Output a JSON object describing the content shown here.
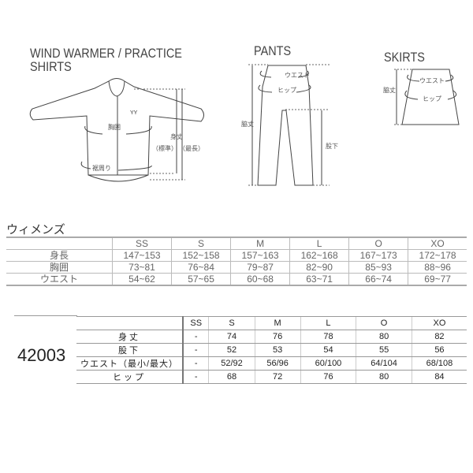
{
  "diagrams": {
    "shirts": {
      "title_line1": "WIND WARMER / PRACTICE",
      "title_line2": "SHIRTS",
      "labels": {
        "chest": "胸囲",
        "length": "身丈",
        "standard": "（標準）",
        "longest": "（最長）",
        "hem": "裾周り"
      }
    },
    "pants": {
      "title": "PANTS",
      "labels": {
        "waist": "ウエスト",
        "hip": "ヒップ",
        "side_length": "脇丈",
        "inseam": "股下"
      }
    },
    "skirts": {
      "title": "SKIRTS",
      "labels": {
        "waist": "ウエスト",
        "hip": "ヒップ",
        "side_length": "脇丈"
      }
    }
  },
  "womens_table": {
    "title": "ウィメンズ",
    "sizes": [
      "SS",
      "S",
      "M",
      "L",
      "O",
      "XO"
    ],
    "rows": [
      {
        "label": "身長",
        "values": [
          "147~153",
          "152~158",
          "157~163",
          "162~168",
          "167~173",
          "172~178"
        ]
      },
      {
        "label": "胸囲",
        "values": [
          "73~81",
          "76~84",
          "79~87",
          "82~90",
          "85~93",
          "88~96"
        ]
      },
      {
        "label": "ウエスト",
        "values": [
          "54~62",
          "57~65",
          "60~68",
          "63~71",
          "66~74",
          "69~77"
        ]
      }
    ]
  },
  "product_table": {
    "code": "42003",
    "sizes": [
      "SS",
      "S",
      "M",
      "L",
      "O",
      "XO"
    ],
    "rows": [
      {
        "label": "身丈",
        "values": [
          "-",
          "74",
          "76",
          "78",
          "80",
          "82"
        ]
      },
      {
        "label": "股下",
        "values": [
          "-",
          "52",
          "53",
          "54",
          "55",
          "56"
        ]
      },
      {
        "label": "ウエスト（最小/最大）",
        "values": [
          "-",
          "52/92",
          "56/96",
          "60/100",
          "64/104",
          "68/108"
        ]
      },
      {
        "label": "ヒップ",
        "values": [
          "-",
          "68",
          "72",
          "76",
          "80",
          "84"
        ]
      }
    ]
  }
}
